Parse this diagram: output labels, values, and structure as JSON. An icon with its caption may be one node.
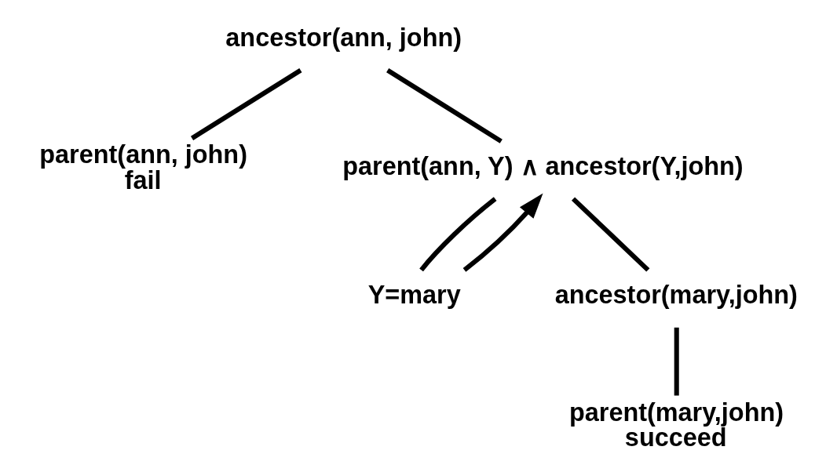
{
  "diagram": {
    "nodes": [
      {
        "text": [
          "ancestor(ann, john)"
        ]
      },
      {
        "text": [
          "parent(ann, john)",
          "fail"
        ]
      },
      {
        "text": [
          "parent(ann, Y) ∧ ancestor(Y,john)"
        ]
      },
      {
        "text": [
          "Y=mary"
        ]
      },
      {
        "text": [
          "ancestor(mary,john)"
        ]
      },
      {
        "text": [
          "parent(mary,john)",
          "succeed"
        ]
      }
    ],
    "edges": [
      {
        "from": 0,
        "to": 1,
        "arrow": "none"
      },
      {
        "from": 0,
        "to": 2,
        "arrow": "none"
      },
      {
        "from": 2,
        "to": 3,
        "arrow": "none"
      },
      {
        "from": 3,
        "to": 2,
        "arrow": "to"
      },
      {
        "from": 2,
        "to": 4,
        "arrow": "none"
      },
      {
        "from": 4,
        "to": 5,
        "arrow": "none"
      }
    ]
  }
}
